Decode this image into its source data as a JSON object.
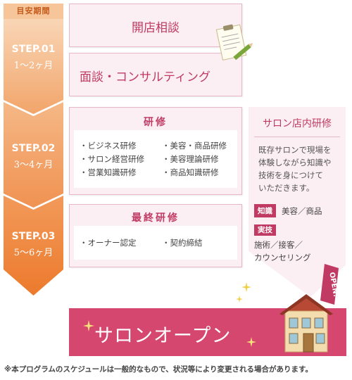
{
  "period_header": "目安期間",
  "steps": [
    {
      "num": "STEP.01",
      "duration": "1～2ヶ月"
    },
    {
      "num": "STEP.02",
      "duration": "3～4ヶ月"
    },
    {
      "num": "STEP.03",
      "duration": "5～6ヶ月"
    }
  ],
  "step1": {
    "item1": "開店相談",
    "item2": "面談・コンサルティング"
  },
  "step2": {
    "title": "研修",
    "col1": [
      "・ビジネス研修",
      "・サロン経営研修",
      "・営業知識研修"
    ],
    "col2": [
      "・美容・商品研修",
      "・美容理論研修",
      "・商品知識研修"
    ]
  },
  "salon_training": {
    "title": "サロン店内研修",
    "description_lines": [
      "既存サロンで現場を",
      "体験しながら知識や",
      "技術を身につけて",
      "いただきます。"
    ],
    "knowledge_tag": "知識",
    "knowledge_text": "美容／商品",
    "skill_tag": "実技",
    "skill_text_lines": [
      "施術／接客／",
      "カウンセリング"
    ]
  },
  "step3": {
    "title": "最終研修",
    "item1": "・オーナー認定",
    "item2": "・契約締結"
  },
  "open": {
    "label": "サロンオープン",
    "sign": "OPEN!"
  },
  "footnote": "※本プログラムのスケジュールは一般的なもので、状況等により変更される場合があります。",
  "colors": {
    "accent": "#c03a63",
    "step_orange_light": "#f7c59a",
    "step_orange_dark": "#ef8138",
    "pink_bg": "#fbeff3",
    "open_bar": "#d6476f"
  },
  "icons": [
    "clipboard-pencil-icon",
    "house-icon",
    "sparkle-icon"
  ]
}
